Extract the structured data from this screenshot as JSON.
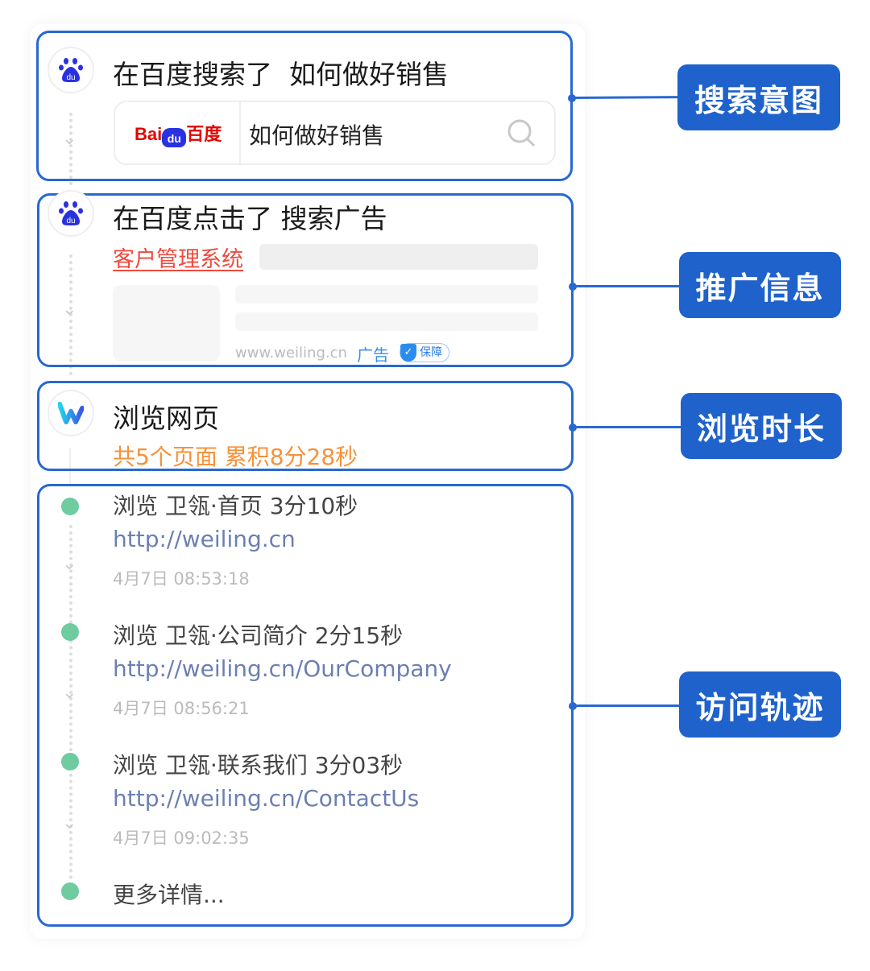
{
  "labels": [
    "搜索意图",
    "推广信息",
    "浏览时长",
    "访问轨迹"
  ],
  "search": {
    "title": "在百度搜索了  如何做好销售",
    "logo": "Bai du 百度",
    "query": "如何做好销售"
  },
  "ad": {
    "title": "在百度点击了 搜索广告",
    "link": "客户管理系统",
    "domain": "www.weiling.cn",
    "ad_tag": "广告",
    "badge": "保障"
  },
  "browse": {
    "title": "浏览网页",
    "summary": "共5个页面 累积8分28秒"
  },
  "visits": [
    {
      "title": "浏览 卫瓴·首页 3分10秒",
      "url": "http://weiling.cn",
      "time": "4月7日 08:53:18"
    },
    {
      "title": "浏览 卫瓴·公司简介 2分15秒",
      "url": "http://weiling.cn/OurCompany",
      "time": "4月7日 08:56:21"
    },
    {
      "title": "浏览 卫瓴·联系我们 3分03秒",
      "url": "http://weiling.cn/ContactUs",
      "time": "4月7日 09:02:35"
    }
  ],
  "more": "更多详情...",
  "colors": {
    "accent": "#1f62cc",
    "ad_red": "#f04a3e",
    "orange": "#f7913a",
    "green": "#6fcba0"
  }
}
